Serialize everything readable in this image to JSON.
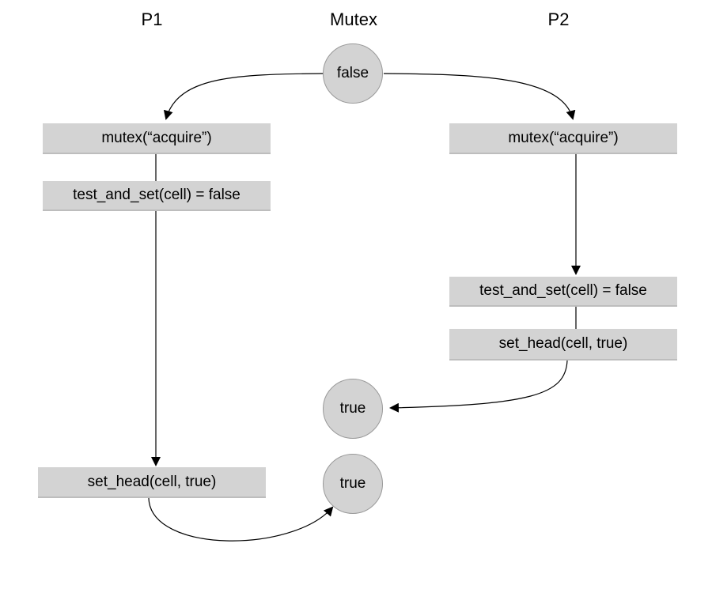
{
  "columns": {
    "p1": "P1",
    "mutex": "Mutex",
    "p2": "P2"
  },
  "mutex_states": {
    "initial": "false",
    "after_p2": "true",
    "after_p1": "true"
  },
  "p1_steps": {
    "acquire": "mutex(“acquire”)",
    "test": "test_and_set(cell) = false",
    "set_head": "set_head(cell, true)"
  },
  "p2_steps": {
    "acquire": "mutex(“acquire”)",
    "test": "test_and_set(cell) = false",
    "set_head": "set_head(cell, true)"
  }
}
